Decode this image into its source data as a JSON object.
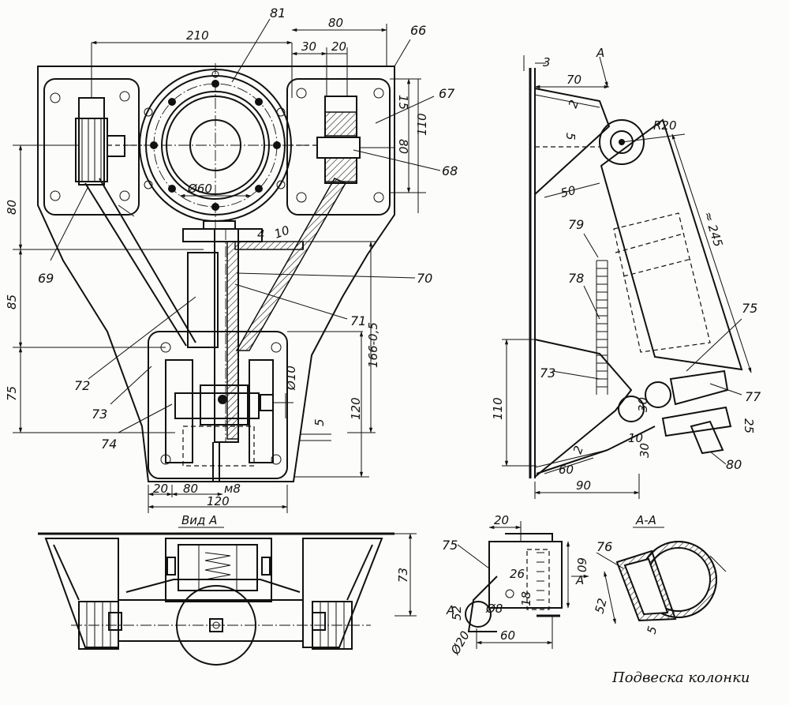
{
  "caption": "Подвеска колонки",
  "labels": {
    "p81": "81",
    "p66": "66",
    "p67": "67",
    "p68": "68",
    "p69": "69",
    "p70": "70",
    "p71": "71",
    "p72": "72",
    "p73": "73",
    "p74": "74",
    "p79": "79",
    "p78": "78",
    "p75": "75",
    "p77": "77",
    "p80": "80",
    "p73b": "73",
    "p75b": "75",
    "p76": "76"
  },
  "views": {
    "view_a": "Вид А",
    "section": "А-А",
    "arrow_a1": "А",
    "arrow_a2": "А",
    "arrow_a3": "А"
  },
  "dims": {
    "d210": "210",
    "d80top": "80",
    "d30": "30",
    "d20top": "20",
    "d15": "15",
    "d80r": "80",
    "d110r": "110",
    "d80l": "80",
    "d85": "85",
    "d75": "75",
    "d60dia": "Ø60",
    "d4": "4",
    "d10": "10",
    "d166": "166-0,5",
    "d120v": "120",
    "d10dia": "Ø10",
    "d5": "5",
    "d20b": "20",
    "d80b": "80",
    "dm8": "м8",
    "d120b": "120",
    "d73": "73",
    "s3": "3",
    "s70": "70",
    "s2a": "2",
    "s5": "5",
    "sR20": "R20",
    "s50": "50",
    "s245": "≈ 245",
    "s110": "110",
    "s30a": "30",
    "s10": "10",
    "s30b": "30",
    "s2b": "2",
    "s60": "60",
    "s90": "90",
    "s25": "25",
    "v20": "20",
    "v60": "60",
    "v26": "26",
    "v18": "18",
    "v8dia": "Ø8",
    "v52": "52",
    "v20dia": "Ø20",
    "v60b": "60",
    "a52": "52",
    "a5": "5"
  }
}
